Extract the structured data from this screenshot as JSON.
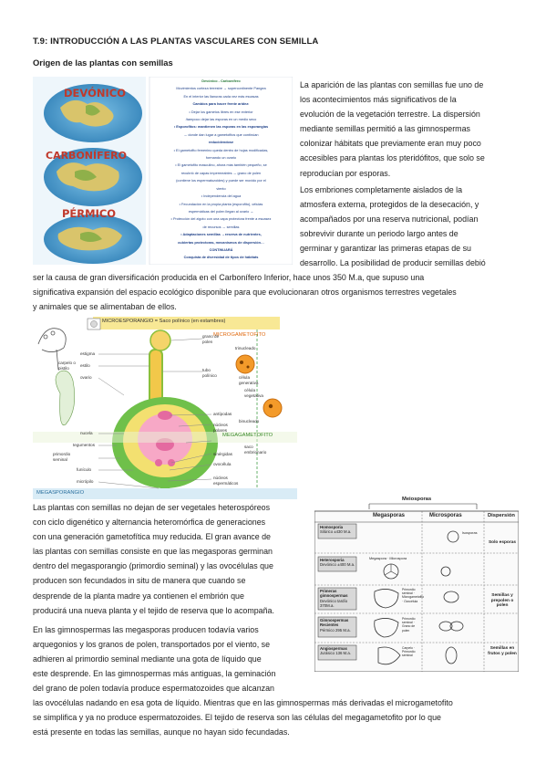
{
  "title": "T.9: INTRODUCCIÓN A LAS PLANTAS VASCULARES CON SEMILLA",
  "subtitle": "Origen de las plantas con semillas",
  "para1": [
    "La aparición de las plantas con semillas fue uno de",
    "los acontecimientos más significativos de la",
    "evolución de la vegetación terrestre. La dispersión",
    "mediante semillas permitió a las gimnospermas",
    "colonizar hábitats que previamente eran muy poco",
    "accesibles para plantas los pteridófitos, que solo se",
    "reproducían por esporas."
  ],
  "para2_side": [
    "Los embriones completamente aislados de la",
    "atmosfera externa, protegidos de la desecación, y",
    "acompañados por una reserva nutricional, podían",
    "sobrevivir durante un periodo largo antes de",
    "germinar y garantizar las primeras etapas de su",
    "desarrollo. La posibilidad de producir semillas debió"
  ],
  "para2_full": [
    "ser la causa de gran diversificación producida en el Carbonífero Inferior, hace unos 350 M.a, que supuso una",
    "significativa expansión del espacio ecológico disponible para que evolucionaran otros organismos terrestres vegetales",
    "y animales que se alimentaban de ellos."
  ],
  "para3": [
    "Las plantas con semillas no dejan de ser vegetales heterospóreos",
    "con ciclo digenético y alternancia heteromórfica de generaciones",
    "con una generación gametofítica muy reducida. El gran avance de",
    "las plantas con semillas consiste en que las megasporas germinan",
    "dentro del megasporangio (primordio seminal) y las ovocélulas que",
    "producen son fecundados in situ de manera que cuando se",
    "desprende de la planta madre ya contienen el embrión que",
    "producirá una nueva planta y el tejido de reserva que lo acompaña."
  ],
  "para4_side": [
    "En las gimnospermas las megasporas producen todavía varios",
    "arquegonios y los granos de polen, transportados por el viento, se",
    "adhieren al primordio seminal mediante una gota de líquido que",
    "este desprende. En las gimnospermas más antiguas, la geminación",
    "del grano de polen todavía produce espermatozoides que alcanzan"
  ],
  "para4_full": [
    "las ovocélulas nadando en esa gota de líquido. Mientras que en las gimnospermas más derivadas el microgametofito",
    "se simplifica y ya no produce espermatozoides. El tejido de reserva son las células del megagametofito por lo que",
    "está presente en todas las semillas, aunque no hayan sido fecundadas."
  ],
  "fig1": {
    "map_labels": [
      "DEVÓNICO",
      "CARBONÍFERO",
      "PÉRMICO"
    ],
    "panel_lines": [
      "Devónico - Carbonífero",
      "Movimientos corteza terrestre → supercontinente Pangea",
      "En el interior las llanuras cada vez más escasas",
      "Cambios para hacer frente aridez:",
      "• Dejar los gametos libres en ese exterior",
      "/tampoco dejar las esporas en un medio seco",
      "• Esporofitos: mantienen las esporas en las esporangias",
      "→ donde dan lugar a gametofitos que continúan",
      "reducidendose",
      "• El gametofito femenino queda dentro de hojas modificadas,",
      "formando un ovario",
      "• El gametofito masculino, ahora más también pequeño, se",
      "recubrió de capas impermeables → grano de polen",
      "(contiene los espermatozoides) y puede ser movido por el",
      "viento",
      "• Independencia del agua",
      "• Fecundación en la propia planta (esporofito), células",
      "espermáticas del polen llegan al ovario →",
      "• Protección del zigoto con una capa protectora frente a escasez",
      "de recursos → semillas",
      "• Adaptaciones semillas →reserva de nutrientes,",
      "cubiertas protectoras, mecanismos de dispersión…",
      "CONTINUARÁ",
      "Conquista de diversidad de tipos de hábitats"
    ]
  },
  "fig2": {
    "top_label": "MICROESPORANGIO = Saco polínico (en estambres)",
    "microgametofito": "MICROGAMETOFITO",
    "megagametofito": "MEGAGAMETOFITO",
    "megasporangio": "MEGASPORANGIO",
    "left_labels": [
      "carpelo o pistilo",
      "estigma",
      "estilo",
      "ovario",
      "nucela",
      "tegumentos",
      "primordio seminal",
      "funículo",
      "micrópilo"
    ],
    "right_labels": [
      "grano de polen",
      "tubo polínico",
      "trinucleado",
      "célula generativa",
      "célula vegetativa",
      "binucleado",
      "antípodas",
      "núcleos polares",
      "saco embrionario",
      "sinérgidas",
      "ovocélula",
      "núcleos espermáticos"
    ]
  },
  "fig3": {
    "header": "Meiosporas",
    "col_megasporas": "Megasporas",
    "col_microsporas": "Microsporas",
    "col_dispersion": "Dispersión",
    "rows": [
      {
        "label": "Homosporia",
        "sub": "Silúrico ±430 M.a.",
        "note": "Isosporas",
        "disp": "Solo esporas"
      },
      {
        "label": "Heterosporia",
        "sub": "Devónico ±400 M.a.",
        "note": "Megaspora · Microspora",
        "disp": ""
      },
      {
        "label": "Primeras gimnospermas",
        "sub": "Devónico tardío 370M.a.",
        "note": "Primordio seminal · Microgametofito · Ovocélula",
        "disp": "Semillas y prepolen o polen"
      },
      {
        "label": "Gimnospermas Recientes",
        "sub": "Pérmico 295 M.a.",
        "note": "Primordio seminal · Grano de polen",
        "disp": ""
      },
      {
        "label": "Angiospermas",
        "sub": "Jurásico 136 M.a.",
        "note": "Carpelo · Primordio seminal",
        "disp": "Semillas en frutos y polen"
      }
    ]
  }
}
